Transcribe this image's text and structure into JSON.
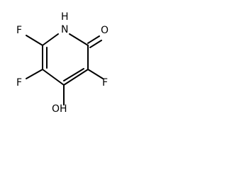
{
  "molecule": {
    "atoms": {
      "nh": "H",
      "n1": "N",
      "o2": "O",
      "f3": "F",
      "f5": "F",
      "f6": "F",
      "oh4": "OH"
    },
    "colors": {
      "bond": "#000000",
      "label": "#000000",
      "background": "#ffffff"
    }
  }
}
